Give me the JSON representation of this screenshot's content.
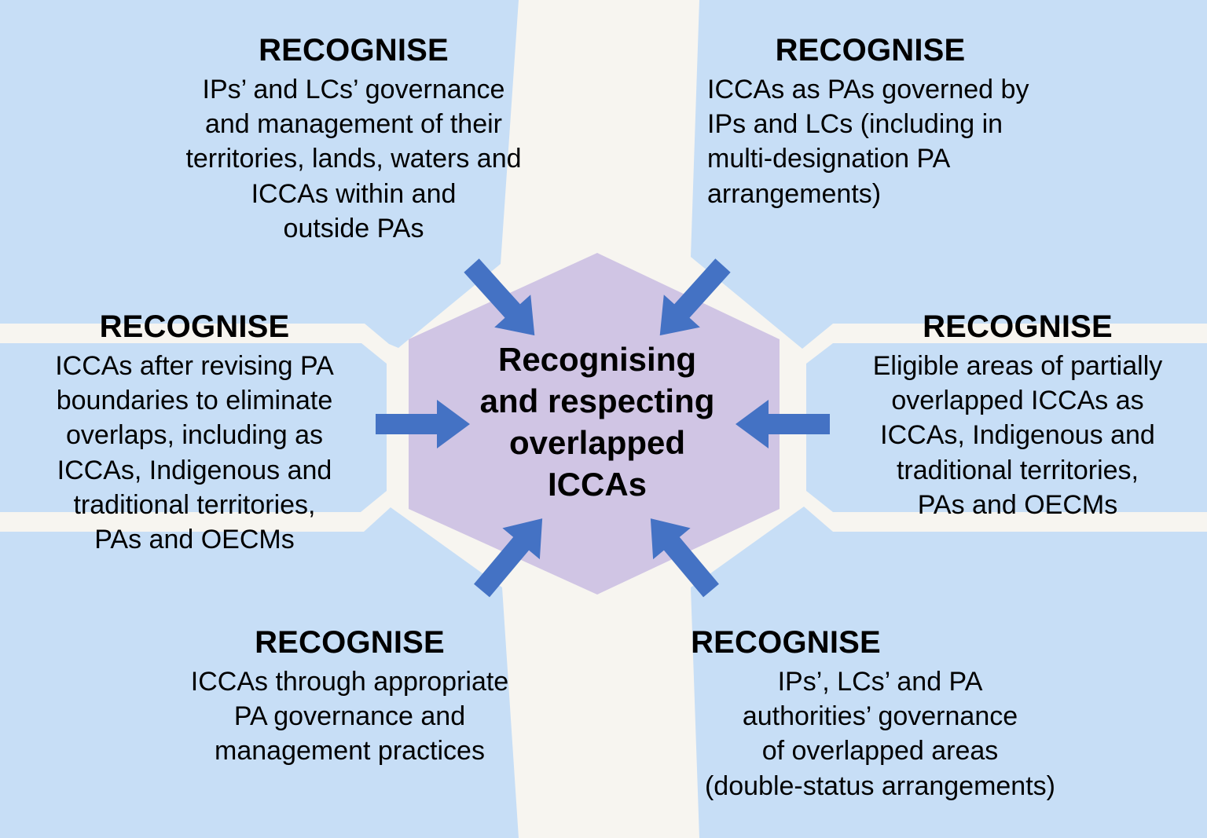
{
  "diagram": {
    "title": "Recognising and respecting overlapped ICCAs",
    "center": {
      "lines": [
        "Recognising",
        "and respecting",
        "overlapped",
        "ICCAs"
      ]
    },
    "colors": {
      "background": "#f7f5f0",
      "wedge": "#c7def6",
      "hexagon": "#d0c5e4",
      "arrow": "#4472c4",
      "text": "#000000"
    },
    "panels": [
      {
        "id": "top-left",
        "title": "RECOGNISE",
        "lines": [
          "IPs’ and LCs’ governance",
          "and management of their",
          "territories, lands, waters and",
          "ICCAs within and",
          "outside PAs"
        ]
      },
      {
        "id": "top-right",
        "title": "RECOGNISE",
        "lines": [
          "ICCAs as PAs governed by",
          "IPs and LCs (including in",
          "multi-designation PA",
          "arrangements)"
        ]
      },
      {
        "id": "left",
        "title": "RECOGNISE",
        "lines": [
          "ICCAs after revising PA",
          "boundaries to eliminate",
          "overlaps, including as",
          "ICCAs, Indigenous and",
          "traditional territories,",
          "PAs and OECMs"
        ]
      },
      {
        "id": "right",
        "title": "RECOGNISE",
        "lines": [
          "Eligible areas of partially",
          "overlapped ICCAs as",
          "ICCAs, Indigenous and",
          "traditional territories,",
          "PAs and OECMs"
        ]
      },
      {
        "id": "bottom-left",
        "title": "RECOGNISE",
        "lines": [
          "ICCAs through appropriate",
          "PA governance and",
          "management practices"
        ]
      },
      {
        "id": "bottom-right",
        "title": "RECOGNISE",
        "lines": [
          "IPs’, LCs’ and PA",
          "authorities’ governance",
          "of overlapped areas",
          "(double-status arrangements)"
        ]
      }
    ],
    "arrows": [
      {
        "id": "arrow-from-top-left",
        "direction": "down-right"
      },
      {
        "id": "arrow-from-top-right",
        "direction": "down-left"
      },
      {
        "id": "arrow-from-left",
        "direction": "right"
      },
      {
        "id": "arrow-from-right",
        "direction": "left"
      },
      {
        "id": "arrow-from-bottom-left",
        "direction": "up-right"
      },
      {
        "id": "arrow-from-bottom-right",
        "direction": "up-left"
      }
    ]
  }
}
